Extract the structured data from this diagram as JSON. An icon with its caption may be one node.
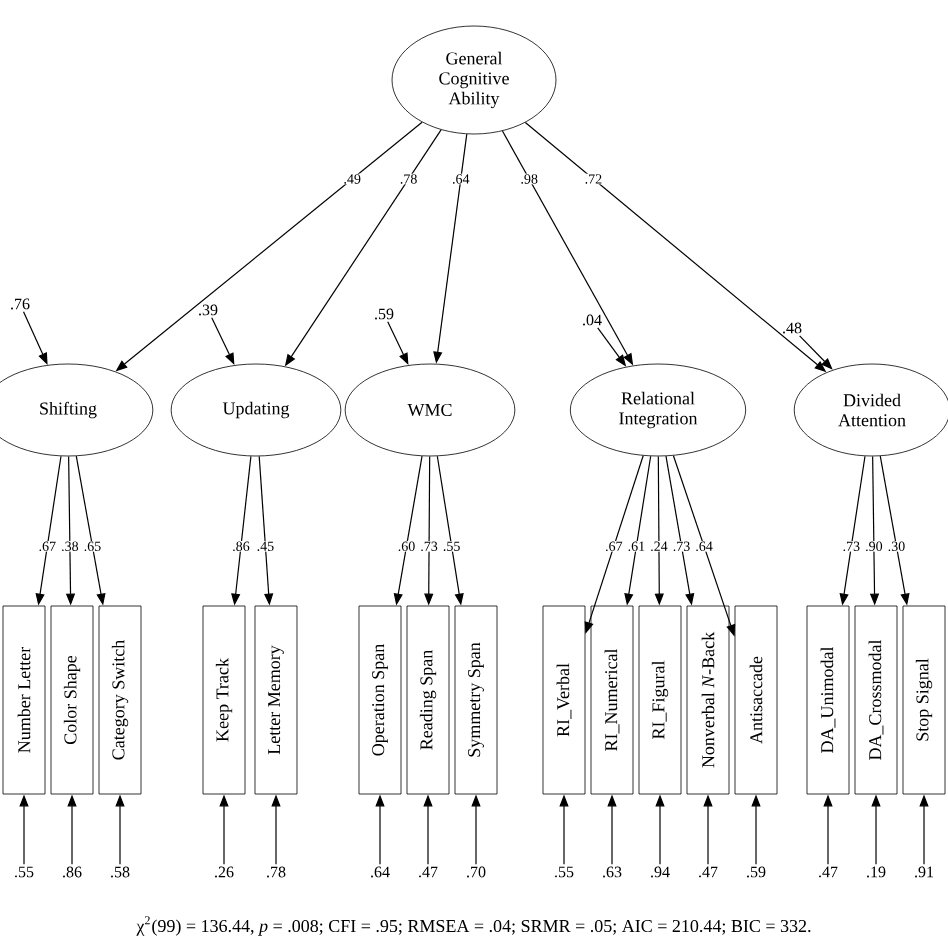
{
  "diagram": {
    "caption": "χ$^{2}$(99) = 136.44, *p* = .008; CFI = .95; RMSEA = .04; SRMR = .05; AIC = 210.44; BIC = 332.",
    "nodes": [
      {
        "text": [
          "General Cognitive Ability"
        ]
      },
      {
        "text": [
          ".76"
        ]
      },
      {
        "text": [
          ".39"
        ]
      },
      {
        "text": [
          ".59"
        ]
      },
      {
        "text": [
          ".04"
        ]
      },
      {
        "text": [
          ".48"
        ]
      },
      {
        "text": [
          "Shifting"
        ]
      },
      {
        "text": [
          "Updating"
        ]
      },
      {
        "text": [
          "WMC"
        ]
      },
      {
        "text": [
          "Relational Integration"
        ]
      },
      {
        "text": [
          "Divided Attention"
        ]
      },
      {
        "text": [
          "Number Letter"
        ]
      },
      {
        "text": [
          "Color Shape"
        ]
      },
      {
        "text": [
          "Category Switch"
        ]
      },
      {
        "text": [
          "Keep Track"
        ]
      },
      {
        "text": [
          "Letter Memory"
        ]
      },
      {
        "text": [
          "Operation Span"
        ]
      },
      {
        "text": [
          "Reading Span"
        ]
      },
      {
        "text": [
          "Symmetry Span"
        ]
      },
      {
        "text": [
          "RI_Verbal"
        ]
      },
      {
        "text": [
          "RI_Numerical"
        ]
      },
      {
        "text": [
          "RI_Figural"
        ]
      },
      {
        "text": [
          "Nonverbal *N*-Back"
        ]
      },
      {
        "text": [
          "Antisaccade"
        ]
      },
      {
        "text": [
          "DA_Unimodal"
        ]
      },
      {
        "text": [
          "DA_Crossmodal"
        ]
      },
      {
        "text": [
          "Stop Signal"
        ]
      },
      {
        "text": [
          ".55"
        ]
      },
      {
        "text": [
          ".86"
        ]
      },
      {
        "text": [
          ".58"
        ]
      },
      {
        "text": [
          ".26"
        ]
      },
      {
        "text": [
          ".78"
        ]
      },
      {
        "text": [
          ".64"
        ]
      },
      {
        "text": [
          ".47"
        ]
      },
      {
        "text": [
          ".70"
        ]
      },
      {
        "text": [
          ".55"
        ]
      },
      {
        "text": [
          ".63"
        ]
      },
      {
        "text": [
          ".94"
        ]
      },
      {
        "text": [
          ".47"
        ]
      },
      {
        "text": [
          ".59"
        ]
      },
      {
        "text": [
          ".47"
        ]
      },
      {
        "text": [
          ".19"
        ]
      },
      {
        "text": [
          ".91"
        ]
      }
    ],
    "edges": [
      {
        "from": 0,
        "to": 6,
        "arrow": "to",
        "label": ".49"
      },
      {
        "from": 0,
        "to": 7,
        "arrow": "to",
        "label": ".78"
      },
      {
        "from": 0,
        "to": 8,
        "arrow": "to",
        "label": ".64"
      },
      {
        "from": 0,
        "to": 9,
        "arrow": "to",
        "label": ".98"
      },
      {
        "from": 0,
        "to": 10,
        "arrow": "to",
        "label": ".72"
      },
      {
        "from": 1,
        "to": 6,
        "arrow": "to"
      },
      {
        "from": 2,
        "to": 7,
        "arrow": "to"
      },
      {
        "from": 3,
        "to": 8,
        "arrow": "to"
      },
      {
        "from": 4,
        "to": 9,
        "arrow": "to"
      },
      {
        "from": 5,
        "to": 10,
        "arrow": "to"
      },
      {
        "from": 6,
        "to": 11,
        "arrow": "to",
        "label": ".67"
      },
      {
        "from": 6,
        "to": 12,
        "arrow": "to",
        "label": ".38"
      },
      {
        "from": 6,
        "to": 13,
        "arrow": "to",
        "label": ".65"
      },
      {
        "from": 7,
        "to": 14,
        "arrow": "to",
        "label": ".86"
      },
      {
        "from": 7,
        "to": 15,
        "arrow": "to",
        "label": ".45"
      },
      {
        "from": 8,
        "to": 16,
        "arrow": "to",
        "label": ".60"
      },
      {
        "from": 8,
        "to": 17,
        "arrow": "to",
        "label": ".73"
      },
      {
        "from": 8,
        "to": 18,
        "arrow": "to",
        "label": ".55"
      },
      {
        "from": 9,
        "to": 19,
        "arrow": "to",
        "label": ".67"
      },
      {
        "from": 9,
        "to": 20,
        "arrow": "to",
        "label": ".61"
      },
      {
        "from": 9,
        "to": 21,
        "arrow": "to",
        "label": ".24"
      },
      {
        "from": 9,
        "to": 22,
        "arrow": "to",
        "label": ".73"
      },
      {
        "from": 9,
        "to": 23,
        "arrow": "to",
        "label": ".64"
      },
      {
        "from": 10,
        "to": 24,
        "arrow": "to",
        "label": ".73"
      },
      {
        "from": 10,
        "to": 25,
        "arrow": "to",
        "label": ".90"
      },
      {
        "from": 10,
        "to": 26,
        "arrow": "to",
        "label": ".30"
      },
      {
        "from": 27,
        "to": 11,
        "arrow": "to"
      },
      {
        "from": 28,
        "to": 12,
        "arrow": "to"
      },
      {
        "from": 29,
        "to": 13,
        "arrow": "to"
      },
      {
        "from": 30,
        "to": 14,
        "arrow": "to"
      },
      {
        "from": 31,
        "to": 15,
        "arrow": "to"
      },
      {
        "from": 32,
        "to": 16,
        "arrow": "to"
      },
      {
        "from": 33,
        "to": 17,
        "arrow": "to"
      },
      {
        "from": 34,
        "to": 18,
        "arrow": "to"
      },
      {
        "from": 35,
        "to": 19,
        "arrow": "to"
      },
      {
        "from": 36,
        "to": 20,
        "arrow": "to"
      },
      {
        "from": 37,
        "to": 21,
        "arrow": "to"
      },
      {
        "from": 38,
        "to": 22,
        "arrow": "to"
      },
      {
        "from": 39,
        "to": 23,
        "arrow": "to"
      },
      {
        "from": 40,
        "to": 24,
        "arrow": "to"
      },
      {
        "from": 41,
        "to": 25,
        "arrow": "to"
      },
      {
        "from": 42,
        "to": 26,
        "arrow": "to"
      }
    ]
  }
}
